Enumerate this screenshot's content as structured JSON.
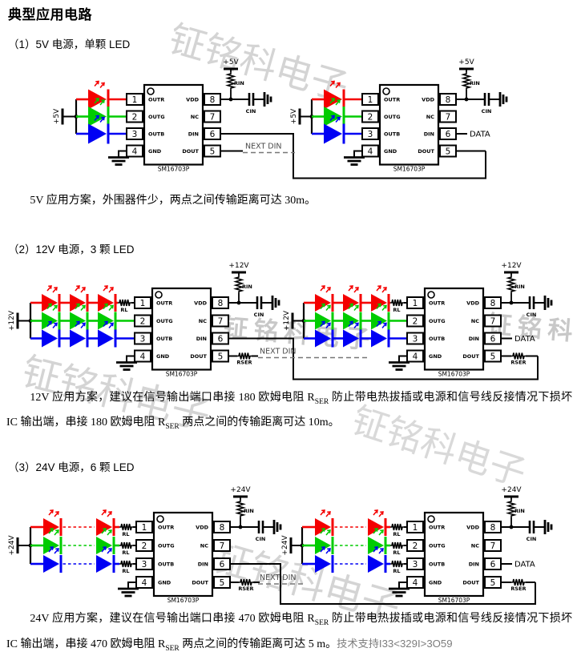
{
  "header": {
    "title": "典型应用电路"
  },
  "watermark": {
    "text": "钲铭科电子"
  },
  "sections": [
    {
      "heading": "（1）5V 电源，单颗 LED",
      "note": [
        "5V 应用方案，外围器件少，两点之间传输距离可达 30m。",
        "",
        "",
        "",
        ""
      ]
    },
    {
      "heading": "（2）12V 电源，3 颗 LED",
      "note": [
        "12V 应用方案，建议在信号输出端口串接 180 欧姆电阻 R",
        "SER",
        " 防止带电热拔插或电源和信号线反接情况下损坏 IC 输出端，串接 180 欧姆电阻 R",
        "SER",
        " 两点之间的传输距离可达 10m。"
      ]
    },
    {
      "heading": "（3）24V 电源，6 颗 LED",
      "note": [
        "24V 应用方案，建议在信号输出端口串接 470 欧姆电阻 R",
        "SER",
        " 防止带电热拔插或电源和信号线反接情况下损坏 IC 输出端，串接 470 欧姆电阻 R",
        "SER",
        " 两点之间的传输距离可达 5 m。"
      ],
      "support": "技术支持I33<329I>3O59"
    }
  ],
  "chip": {
    "name": "SM16703P",
    "left_pins": [
      {
        "num": "1",
        "label": "OUTR"
      },
      {
        "num": "2",
        "label": "OUTG"
      },
      {
        "num": "3",
        "label": "OUTB"
      },
      {
        "num": "4",
        "label": "GND"
      }
    ],
    "right_pins": [
      {
        "num": "8",
        "label": "VDD"
      },
      {
        "num": "7",
        "label": "NC"
      },
      {
        "num": "6",
        "label": "DIN"
      },
      {
        "num": "5",
        "label": "DOUT"
      }
    ]
  },
  "labels": {
    "rin": "RIN",
    "cin": "CIN",
    "rl": "RL",
    "rser": "RSER",
    "next_din": "NEXT DIN",
    "data": "DATA"
  },
  "circuits": [
    {
      "name": "5v-power-single-led",
      "supply": "+5V",
      "leds_per_channel": 1,
      "rl_rows": [],
      "has_rser": false,
      "dashed_extension": false
    },
    {
      "name": "12v-power-3-led",
      "supply": "+12V",
      "leds_per_channel": 3,
      "rl_rows": [
        0
      ],
      "has_rser": true,
      "dashed_extension": false
    },
    {
      "name": "24v-power-6-led",
      "supply": "+24V",
      "leds_per_channel": 6,
      "rl_rows": [
        0,
        1,
        2
      ],
      "has_rser": true,
      "dashed_extension": true
    }
  ],
  "led_colors": {
    "red": "#f40000",
    "green": "#00cc00",
    "blue": "#0000f4"
  }
}
